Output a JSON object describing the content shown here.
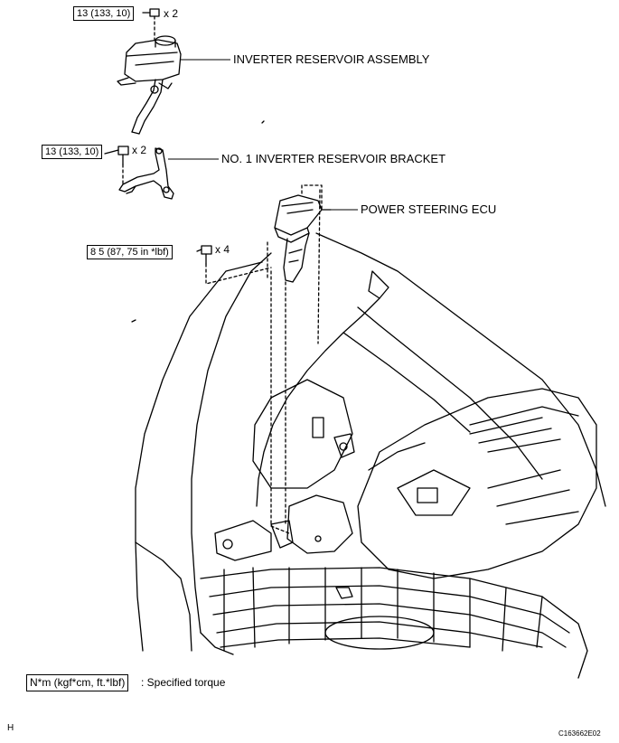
{
  "torque_labels": {
    "reservoir_assembly": "13 (133, 10)",
    "reservoir_bracket": "13 (133, 10)",
    "ecu": "8 5 (87, 75 in *lbf)"
  },
  "quantities": {
    "reservoir_assembly": "x 2",
    "reservoir_bracket": "x 2",
    "ecu": "x 4"
  },
  "callouts": {
    "reservoir_assembly": "INVERTER RESERVOIR ASSEMBLY",
    "reservoir_bracket": "NO. 1 INVERTER RESERVOIR BRACKET",
    "ecu": "POWER STEERING ECU"
  },
  "legend": {
    "unit_box": "N*m (kgf*cm, ft.*lbf)",
    "description": ": Specified torque"
  },
  "footer": {
    "left_code": "H",
    "right_code": "C163662E02"
  }
}
